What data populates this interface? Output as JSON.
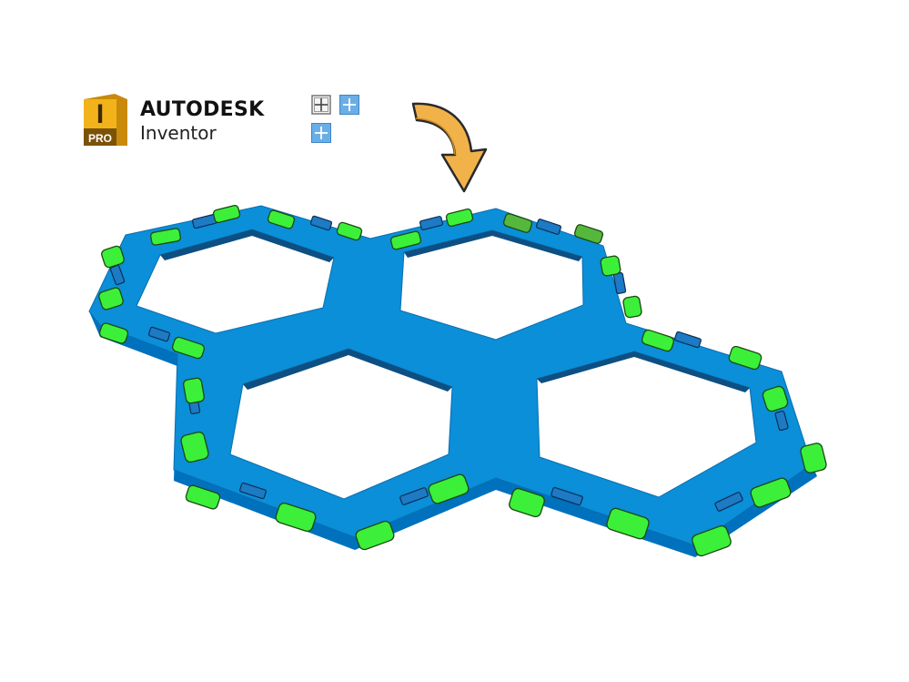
{
  "header": {
    "logo_letter": "I",
    "logo_badge": "PRO",
    "brand_name": "AUTODESK",
    "product_name": "Inventor"
  },
  "toolbar": {
    "buttons": [
      {
        "icon": "add-grid-icon",
        "style": "outline"
      },
      {
        "icon": "plus-icon",
        "style": "filled"
      },
      {
        "icon": "plus-icon",
        "style": "filled"
      }
    ]
  },
  "colors": {
    "plate": "#0a8fd8",
    "plate_dark": "#0071bd",
    "tab": "#3cf03a",
    "arrow": "#f2b24a",
    "logo": "#f2b31a"
  },
  "model": {
    "object": "hexagon-frame-plate",
    "openings": 4,
    "connector_tabs": "green"
  }
}
